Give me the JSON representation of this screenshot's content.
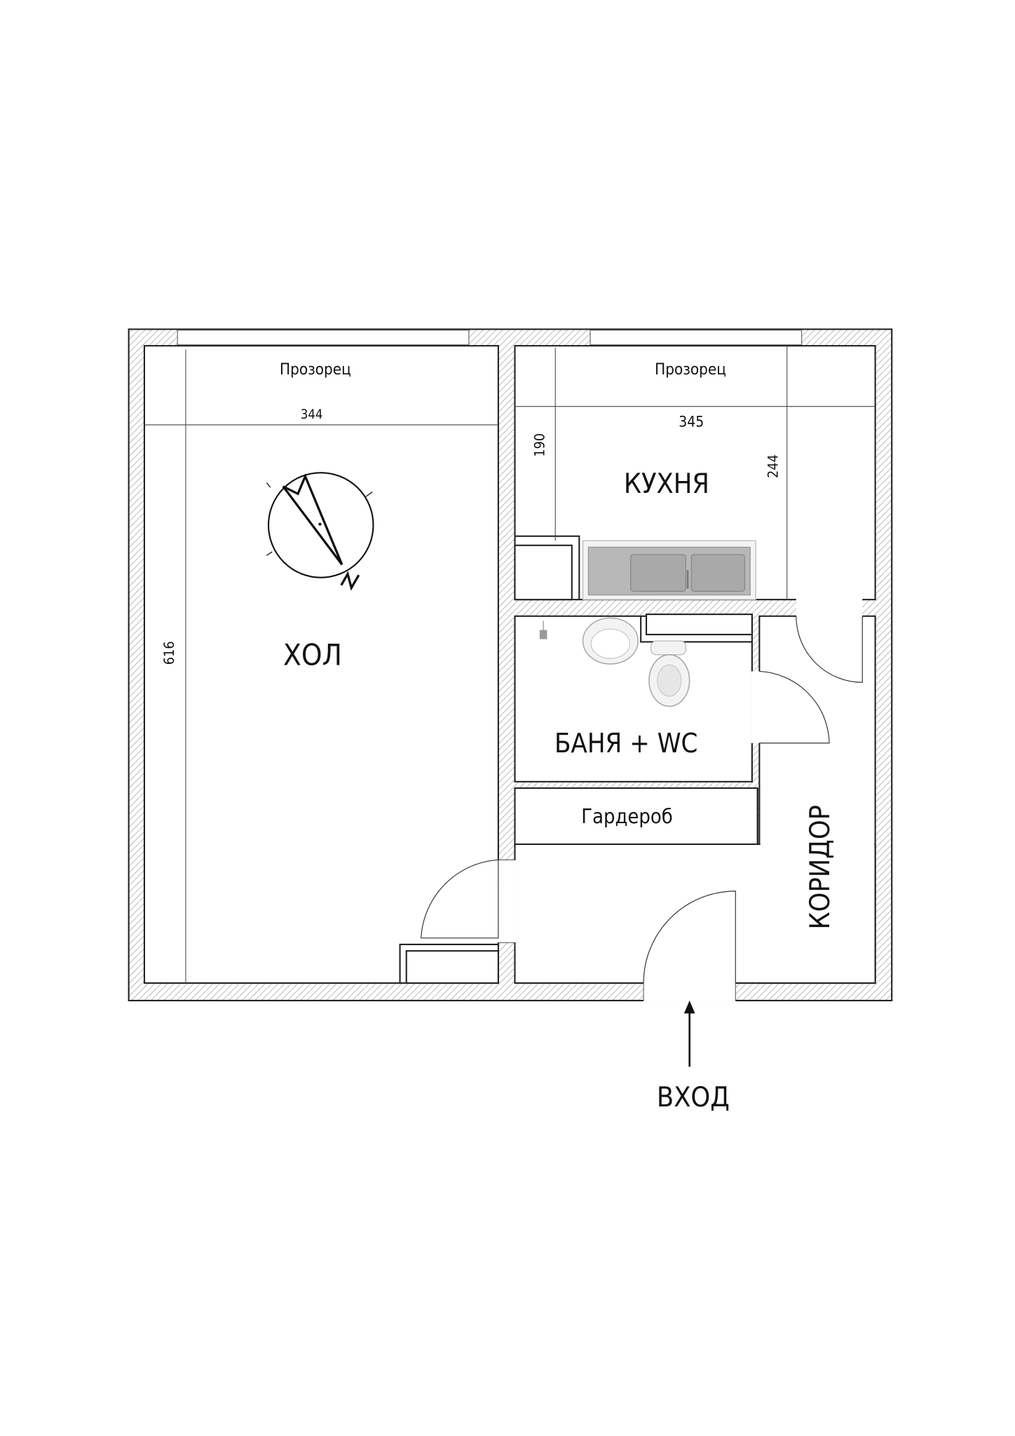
{
  "plan": {
    "rooms": {
      "hall": "ХОЛ",
      "kitchen": "КУХНЯ",
      "bathroom": "БАНЯ + WC",
      "wardrobe": "Гардероб",
      "corridor": "КОРИДОР"
    },
    "windows": {
      "hall_window": "Прозорец",
      "kitchen_window": "Прозорец"
    },
    "dimensions": {
      "hall_width": "344",
      "hall_length": "616",
      "kitchen_width": "345",
      "kitchen_depth_short": "190",
      "kitchen_depth_long": "244"
    },
    "entrance": "ВХОД"
  }
}
